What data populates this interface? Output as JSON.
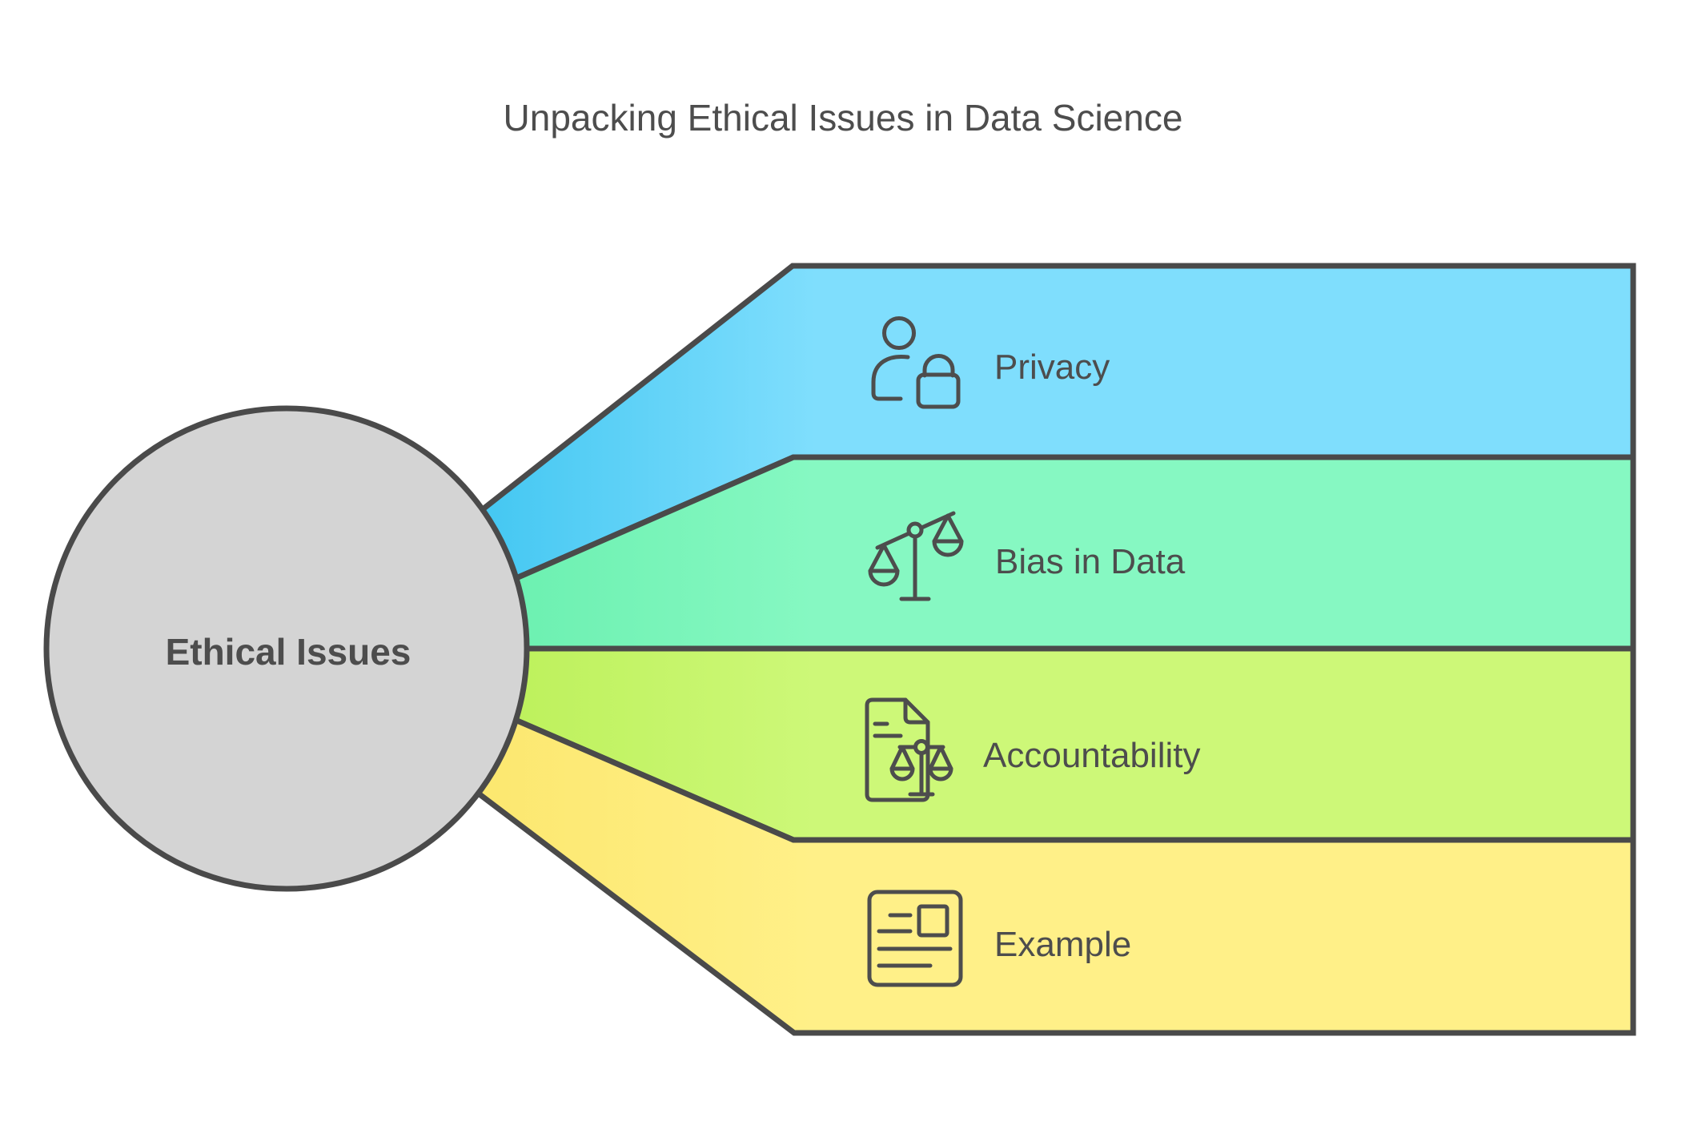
{
  "title": "Unpacking Ethical Issues in Data Science",
  "colors": {
    "background": "#ffffff",
    "outline": "#4a4a4a",
    "icon_stroke": "#4d4d4d",
    "text": "#4d4d4d"
  },
  "center_node": {
    "label": "Ethical Issues",
    "fill": "#d4d4d4"
  },
  "bands": [
    {
      "label": "Privacy",
      "icon": "person-lock-icon",
      "color": "#7fdefd",
      "color_edge": "#41c6f1"
    },
    {
      "label": "Bias in Data",
      "icon": "scale-unbalanced-icon",
      "color": "#86f8c2",
      "color_edge": "#68efae"
    },
    {
      "label": "Accountability",
      "icon": "document-scale-icon",
      "color": "#cdf878",
      "color_edge": "#bbf058"
    },
    {
      "label": "Example",
      "icon": "news-document-icon",
      "color": "#fff088",
      "color_edge": "#fce76e"
    }
  ]
}
